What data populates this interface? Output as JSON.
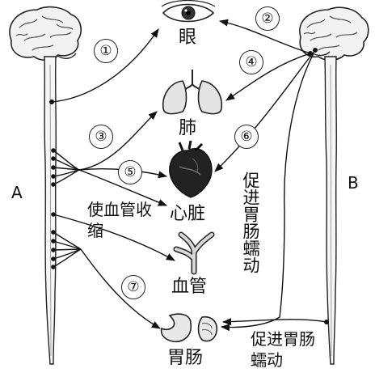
{
  "nervous_system": {
    "side_a": "A",
    "side_b": "B"
  },
  "organs": {
    "eye": "眼",
    "lung": "肺",
    "heart": "心脏",
    "vessel": "血管",
    "gut": "胃肠"
  },
  "effects": {
    "vasoconstrict": "使血管收缩",
    "promote_gut_vertical": "促进胃肠蠕动",
    "promote_gut_bottom": "促进胃肠蠕动"
  },
  "pathway_numbers": [
    "①",
    "②",
    "④",
    "③",
    "⑥",
    "⑤",
    "⑦"
  ]
}
